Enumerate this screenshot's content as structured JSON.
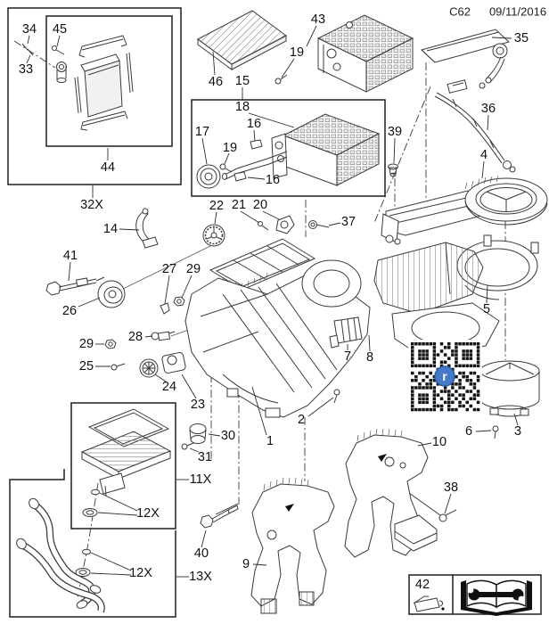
{
  "header": {
    "code": "C62",
    "date": "09/11/2016"
  },
  "labels": {
    "p34": "34",
    "p45": "45",
    "p33": "33",
    "p44": "44",
    "p32x": "32X",
    "p46": "46",
    "p15": "15",
    "p43": "43",
    "p19a": "19",
    "p18": "18",
    "p17": "17",
    "p16a": "16",
    "p19b": "19",
    "p16b": "16",
    "p39": "39",
    "p35": "35",
    "p36": "36",
    "p4": "4",
    "p22": "22",
    "p21": "21",
    "p20": "20",
    "p37": "37",
    "p14": "14",
    "p41": "41",
    "p26": "26",
    "p27": "27",
    "p29a": "29",
    "p28": "28",
    "p29b": "29",
    "p25": "25",
    "p24": "24",
    "p23": "23",
    "p7": "7",
    "p8": "8",
    "p5": "5",
    "p2": "2",
    "p1": "1",
    "p30": "30",
    "p31": "31",
    "p11x": "11X",
    "p12xa": "12X",
    "p40": "40",
    "p12xb": "12X",
    "p13x": "13X",
    "p9": "9",
    "p10": "10",
    "p38": "38",
    "p6": "6",
    "p3": "3",
    "p42": "42"
  },
  "qr": {
    "logo_letter": "r",
    "logo_color": "#4679c6",
    "rows": [
      "1111111010101111111",
      "1000001001101000001",
      "1011101010011011101",
      "1011101101011011101",
      "1011101000101011101",
      "1000001011001000001",
      "1111111010101111111",
      "0000000100110000000",
      "1011010011010110110",
      "0100101110101011001",
      "1101011001110101101",
      "0010110110011100110",
      "1111111001010110010",
      "1000001011101001101",
      "1011101100110110011",
      "1011101010101010110",
      "1011101001110101001",
      "1000001110100110100",
      "1111111010111001011"
    ]
  },
  "legend": {
    "part_ref": "42",
    "icons": [
      "oil-can-icon",
      "workshop-manual-icon"
    ]
  }
}
